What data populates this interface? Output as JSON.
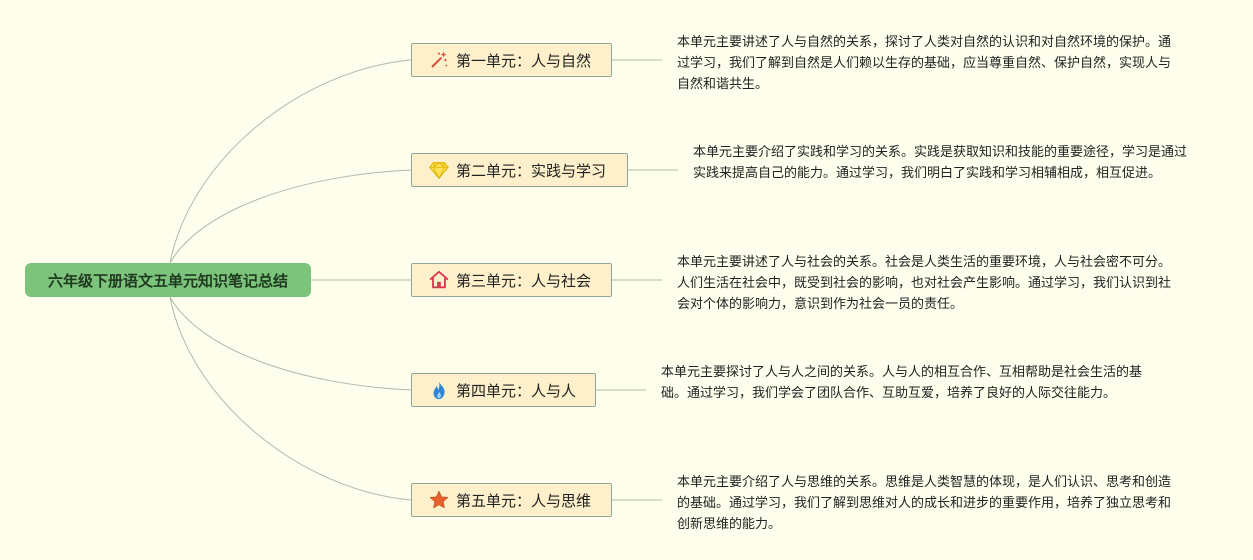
{
  "root": {
    "title": "六年级下册语文五单元知识笔记总结"
  },
  "units": [
    {
      "title": "第一单元：人与自然",
      "icon": "magic-wand-icon",
      "note": "本单元主要讲述了人与自然的关系，探讨了人类对自然的认识和对自然环境的保护。通过学习，我们了解到自然是人们赖以生存的基础，应当尊重自然、保护自然，实现人与自然和谐共生。"
    },
    {
      "title": "第二单元：实践与学习",
      "icon": "diamond-icon",
      "note": "本单元主要介绍了实践和学习的关系。实践是获取知识和技能的重要途径，学习是通过实践来提高自己的能力。通过学习，我们明白了实践和学习相辅相成，相互促进。"
    },
    {
      "title": "第三单元：人与社会",
      "icon": "house-icon",
      "note": "本单元主要讲述了人与社会的关系。社会是人类生活的重要环境，人与社会密不可分。人们生活在社会中，既受到社会的影响，也对社会产生影响。通过学习，我们认识到社会对个体的影响力，意识到作为社会一员的责任。"
    },
    {
      "title": "第四单元：人与人",
      "icon": "flame-icon",
      "note": "本单元主要探讨了人与人之间的关系。人与人的相互合作、互相帮助是社会生活的基础。通过学习，我们学会了团队合作、互助互爱，培养了良好的人际交往能力。"
    },
    {
      "title": "第五单元：人与思维",
      "icon": "star-icon",
      "note": "本单元主要介绍了人与思维的关系。思维是人类智慧的体现，是人们认识、思考和创造的基础。通过学习，我们了解到思维对人的成长和进步的重要作用，培养了独立思考和创新思维的能力。"
    }
  ],
  "colors": {
    "background": "#fefeed",
    "root_fill": "#7cc37c",
    "unit_fill": "#fdf0cb",
    "unit_border": "#8fa79a",
    "connector": "#b5b9a8"
  }
}
